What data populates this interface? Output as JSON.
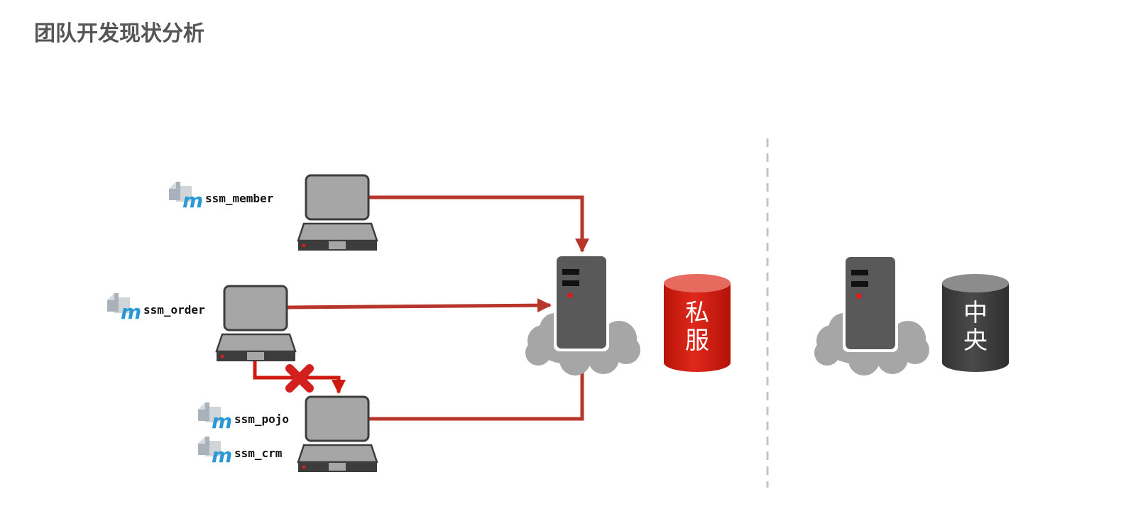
{
  "title": "团队开发现状分析",
  "modules": {
    "member": "ssm_member",
    "order": "ssm_order",
    "pojo": "ssm_pojo",
    "crm": "ssm_crm"
  },
  "private_repo": {
    "line1": "私",
    "line2": "服",
    "color": "#d0190f"
  },
  "central_repo": {
    "line1": "中",
    "line2": "央",
    "color": "#3a3a3a"
  },
  "module_icon": "maven-module-icon",
  "colors": {
    "arrow": "#b7352a",
    "blocked_arrow": "#d0190f",
    "blocked_mark": "#d41f1f",
    "divider": "#c4c4c4",
    "server": "#595959",
    "cloud": "#a6a6a6",
    "laptop": "#a6a6a6"
  }
}
